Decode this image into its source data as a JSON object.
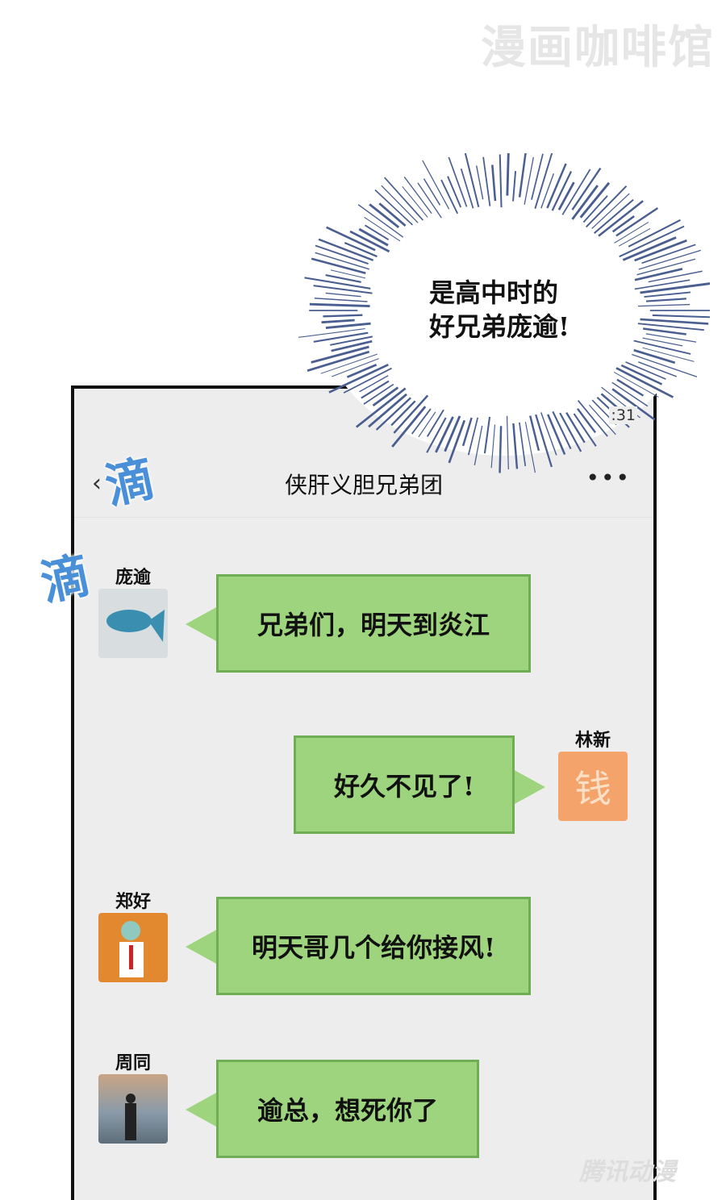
{
  "watermarks": {
    "top": "漫画咖啡馆",
    "bottom": "腾讯动漫"
  },
  "narration": {
    "line1": "是高中时的",
    "line2": "好兄弟庞逾!"
  },
  "sfx": "滴",
  "phone": {
    "time": ":31",
    "header": {
      "back_icon": "‹",
      "title": "侠肝义胆兄弟团",
      "more_icon": "•••"
    },
    "messages": [
      {
        "sender": "庞逾",
        "text": "兄弟们，明天到炎江",
        "side": "left",
        "avatar_color": "#d8dde0"
      },
      {
        "sender": "林新",
        "text": "好久不见了!",
        "side": "right",
        "avatar_color": "#f4a36a",
        "avatar_glyph": "钱"
      },
      {
        "sender": "郑好",
        "text": "明天哥几个给你接风!",
        "side": "left",
        "avatar_color": "#e2892f"
      },
      {
        "sender": "周同",
        "text": "逾总，想死你了",
        "side": "left",
        "avatar_color": "#8a9aa8"
      }
    ]
  },
  "colors": {
    "bubble": "#9ed47e",
    "bubble_border": "#6fae55",
    "screen": "#ededed"
  }
}
